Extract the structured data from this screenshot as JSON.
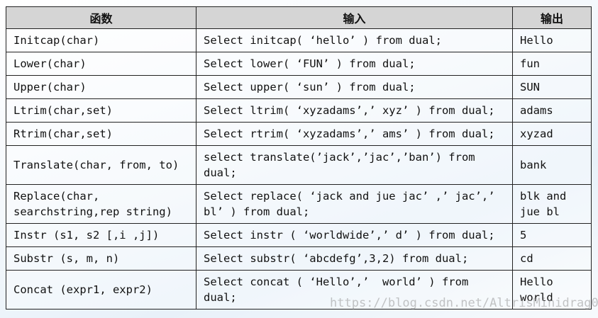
{
  "table": {
    "headers": [
      "函数",
      "输入",
      "输出"
    ],
    "rows": [
      {
        "fn": "Initcap(char)",
        "input": "Select initcap( ‘hello’ ) from dual;",
        "output": "Hello"
      },
      {
        "fn": "Lower(char)",
        "input": "Select lower( ‘FUN’ ) from dual;",
        "output": "fun"
      },
      {
        "fn": "Upper(char)",
        "input": "Select upper( ‘sun’ ) from dual;",
        "output": "SUN"
      },
      {
        "fn": "Ltrim(char,set)",
        "input": "Select ltrim( ‘xyzadams’,’ xyz’ ) from dual;",
        "output": "adams"
      },
      {
        "fn": "Rtrim(char,set)",
        "input": "Select rtrim( ‘xyzadams’,’ ams’ ) from dual;",
        "output": "xyzad"
      },
      {
        "fn": "Translate(char, from, to)",
        "input": "select translate(’jack’,’jac’,’ban’) from dual;",
        "output": "bank"
      },
      {
        "fn": "Replace(char, searchstring,rep string)",
        "input": "Select replace( ‘jack and jue jac’ ,’ jac’,’ bl’ ) from dual;",
        "output": "blk and jue bl"
      },
      {
        "fn": "Instr (s1, s2 [,i ,j])",
        "input": "Select instr ( ‘worldwide’,’ d’ ) from dual;",
        "output": "5"
      },
      {
        "fn": "Substr (s, m, n)",
        "input": "Select substr( ‘abcdefg’,3,2) from dual;",
        "output": "cd"
      },
      {
        "fn": "Concat (expr1, expr2)",
        "input": "Select concat ( ‘Hello’,’  world’ ) from dual;",
        "output": "Hello world"
      }
    ]
  },
  "watermark": "https://blog.csdn.net/AltrisMinidrag0n"
}
